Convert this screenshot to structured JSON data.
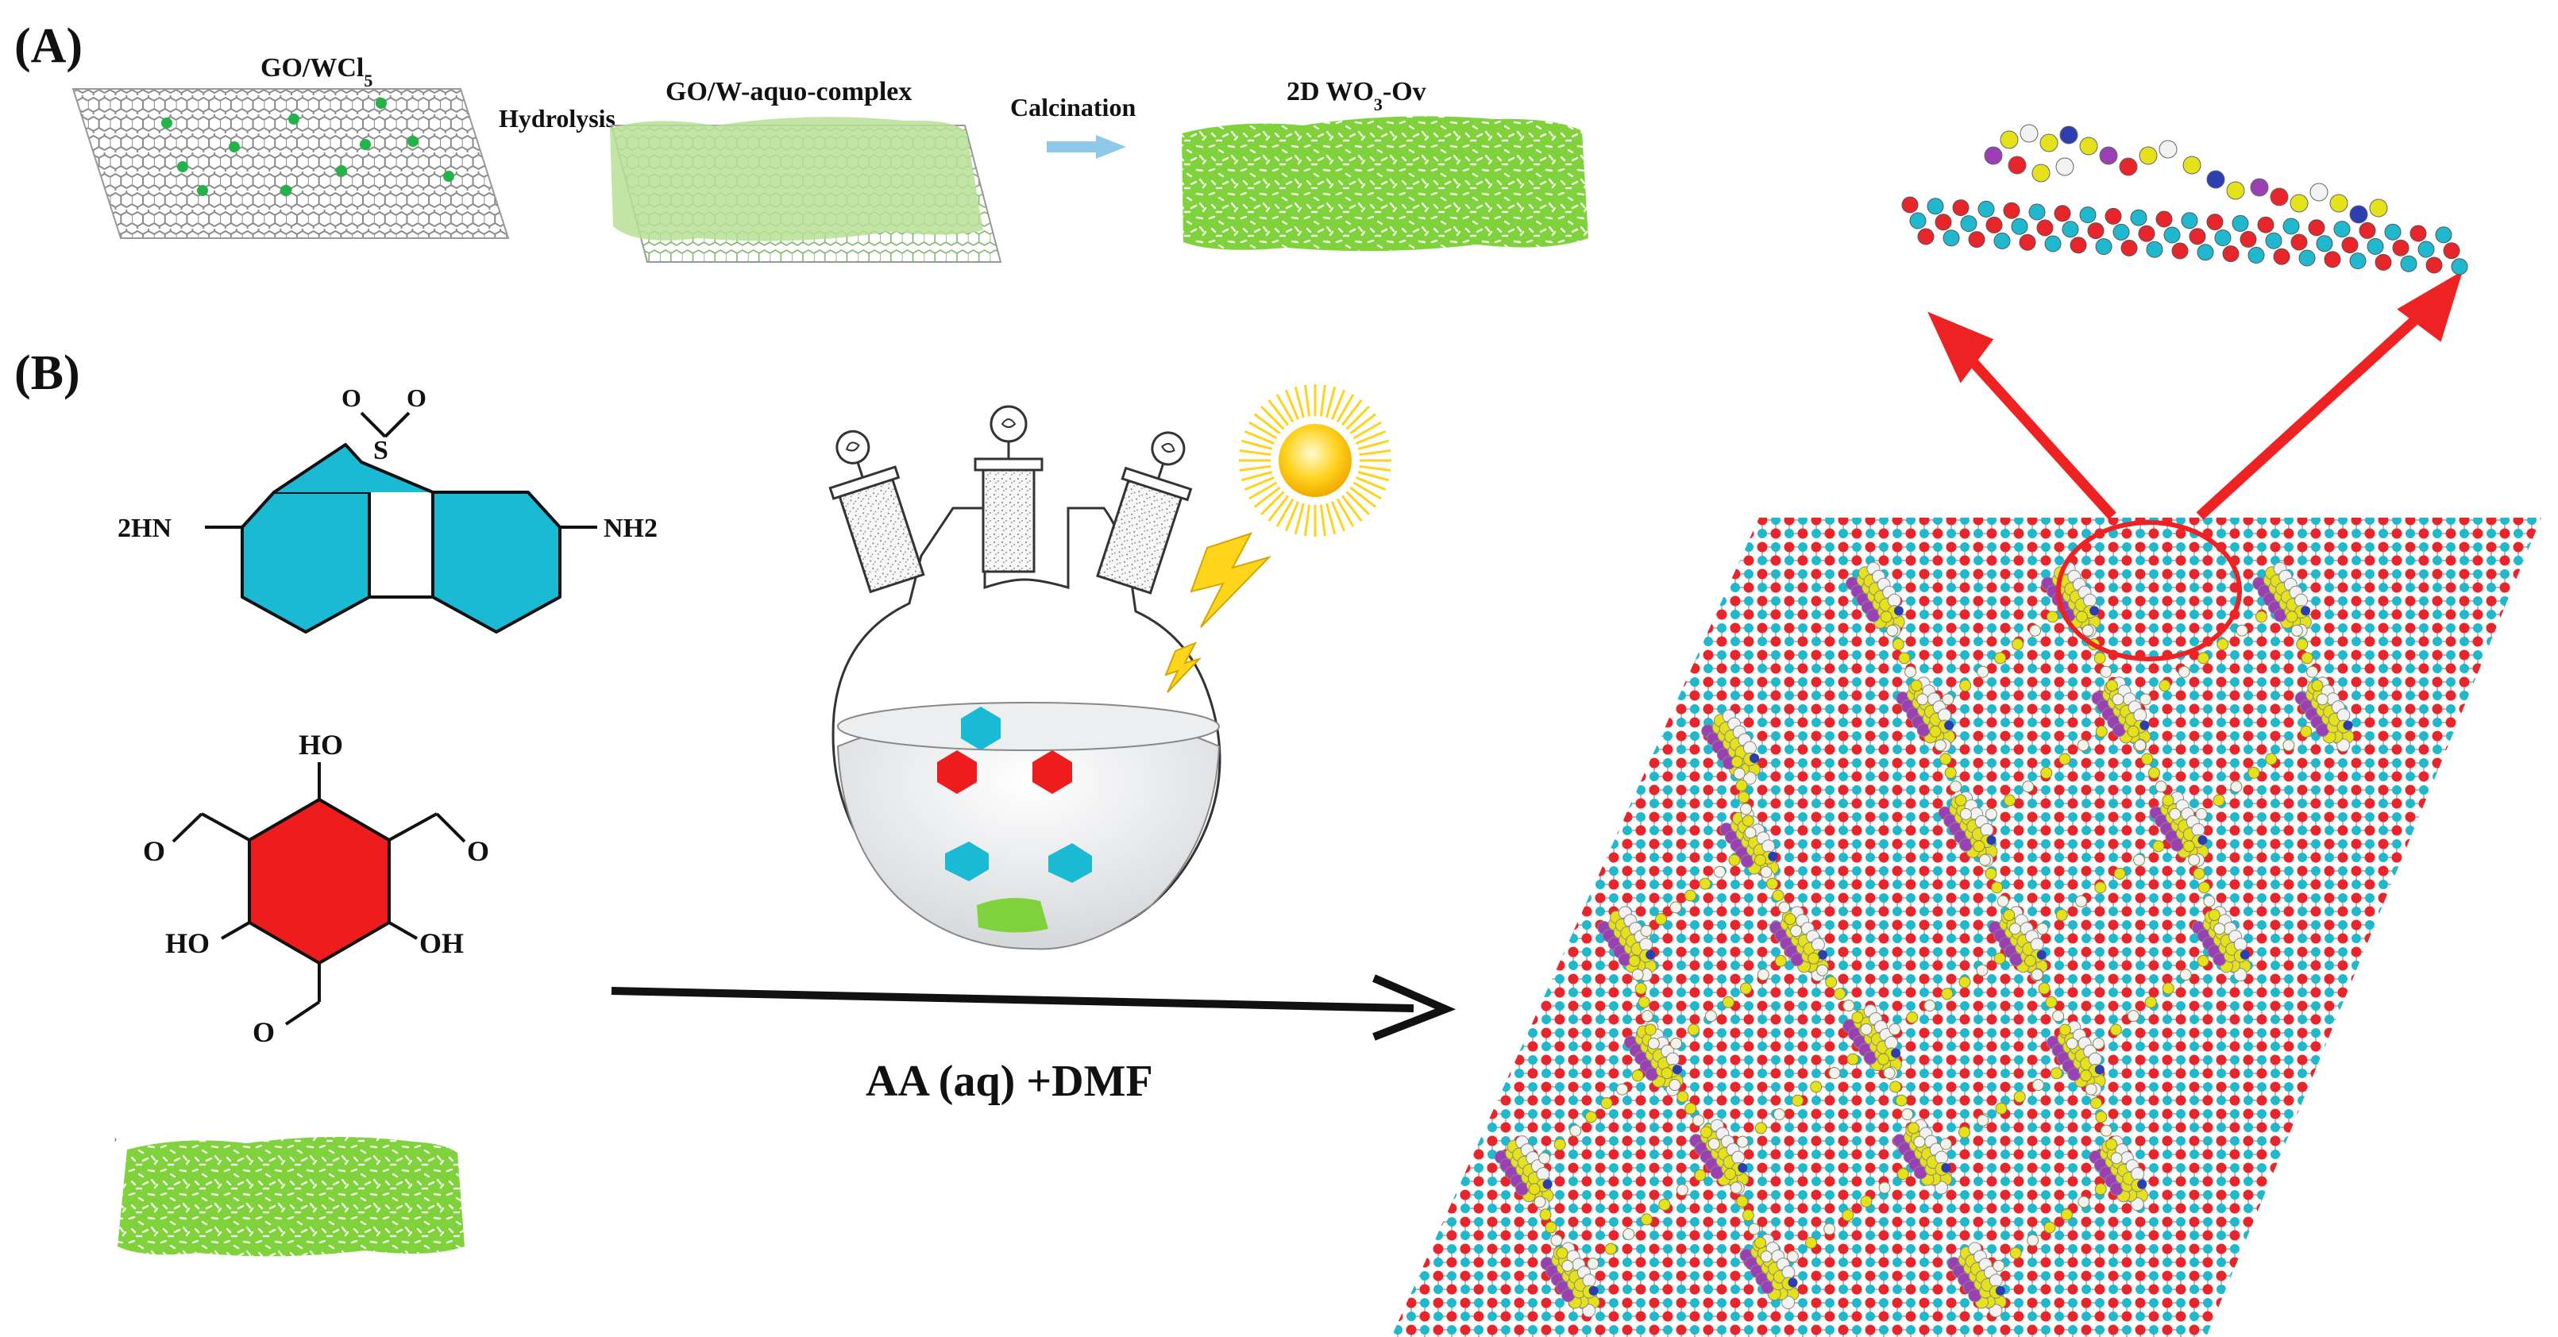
{
  "panel_a": {
    "label": "(A)",
    "steps": [
      {
        "caption_main": "GO/WCl",
        "caption_sub": "5",
        "caption_tail": ""
      },
      {
        "caption_main": "GO/W-aquo-complex",
        "caption_sub": "",
        "caption_tail": ""
      },
      {
        "caption_main": "2D WO",
        "caption_sub": "3",
        "caption_tail": "-Ov"
      }
    ],
    "arrows": [
      {
        "label": "Hydrolysis"
      },
      {
        "label": "Calcination"
      }
    ]
  },
  "panel_b": {
    "label": "(B)",
    "reagents": {
      "diamine": {
        "left_group": "2HN",
        "right_group": "NH2",
        "sulfur": "S",
        "oxygen_1": "O",
        "oxygen_2": "O"
      },
      "aldehyde": {
        "oh_top": "HO",
        "oh_left": "HO",
        "oh_right": "OH",
        "o_left": "O",
        "o_right": "O",
        "o_bottom": "O"
      }
    },
    "reaction_conditions": "AA (aq) +DMF",
    "stray_mark": "ʾ"
  },
  "colors": {
    "ring_teal": "#1ab9d4",
    "ring_red": "#ee1c1c",
    "nanosheet_green": "#7fd23c",
    "complex_green": "#b7df95",
    "arrow_blue": "#8ec9ea",
    "highlight_red": "#ee2222",
    "atom_red": "#e8252b",
    "atom_cyan": "#20b8cf",
    "atom_yellow": "#e5e21c",
    "atom_blue": "#2d3fb0",
    "atom_white": "#f2f2f2",
    "atom_purple": "#9b3fb5",
    "sun_yellow": "#ffd21e",
    "bolt_yellow": "#ffd61c"
  },
  "icons": [
    "three-neck-flask-icon",
    "sun-icon",
    "lightning-bolt-icon",
    "graphene-sheet-icon",
    "wo3-nanosheet-icon"
  ]
}
